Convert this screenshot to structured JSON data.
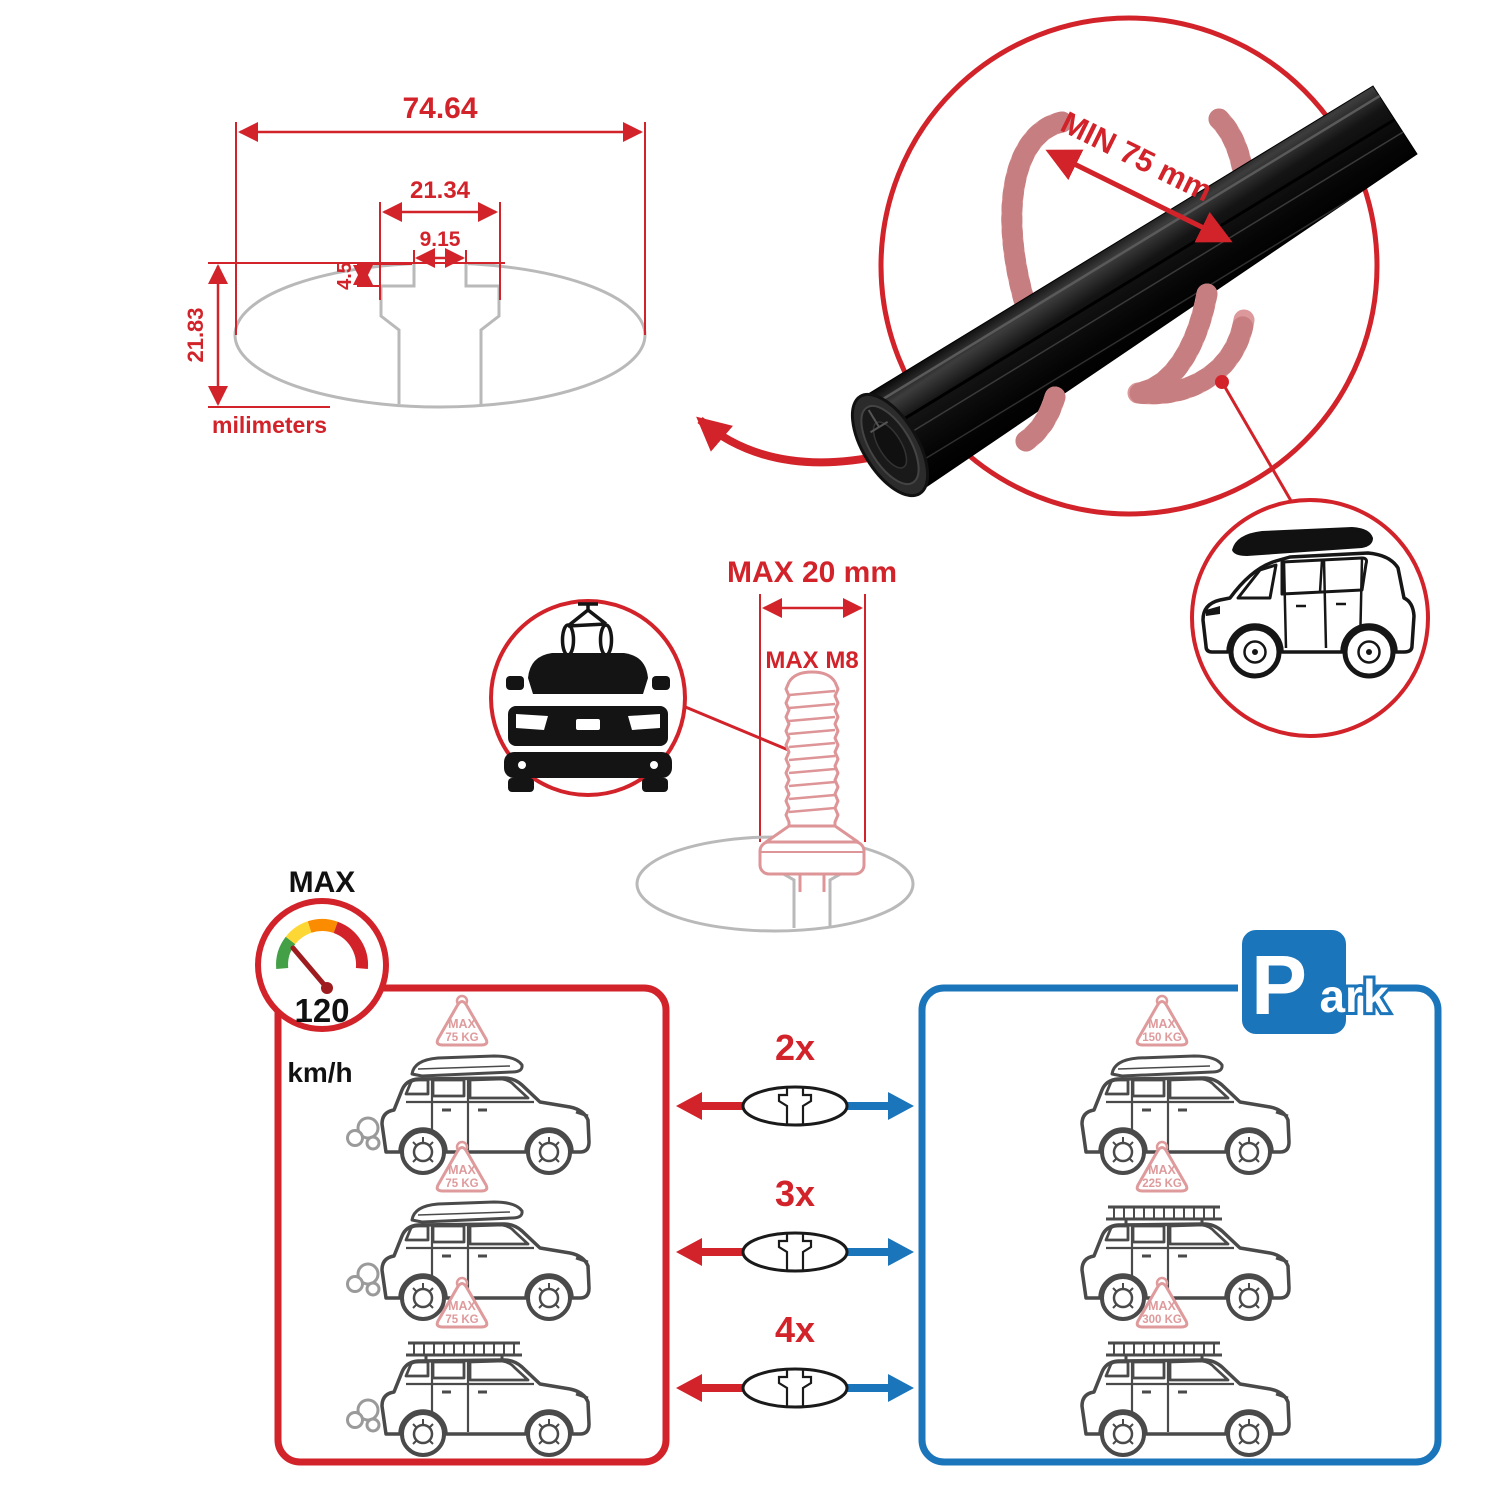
{
  "colors": {
    "accent_red": "#d2232a",
    "accent_blue": "#1b75bb",
    "highlight_pink": "#dc989a",
    "profile_gray": "#b9b9b9",
    "line_dark": "#1a1a1a",
    "car_line": "#4a4a4a"
  },
  "profile_diagram": {
    "total_width": "74.64",
    "channel_width": "21.34",
    "slot_width": "9.15",
    "lip_depth": "4.5",
    "total_height": "21.83",
    "units_label": "milimeters"
  },
  "bar_detail": {
    "min_span_label": "MIN 75 mm"
  },
  "bolt_detail": {
    "max_width_label": "MAX 20 mm",
    "max_thread_label": "MAX M8"
  },
  "speed_limit": {
    "title": "MAX",
    "value": "120",
    "units": "km/h"
  },
  "comparison": {
    "multipliers": [
      "2x",
      "3x",
      "4x"
    ],
    "driving_tags": [
      {
        "l1": "MAX",
        "l2": "75 KG"
      },
      {
        "l1": "MAX",
        "l2": "75 KG"
      },
      {
        "l1": "MAX",
        "l2": "75 KG"
      }
    ],
    "parked_tags": [
      {
        "l1": "MAX",
        "l2": "150 KG"
      },
      {
        "l1": "MAX",
        "l2": "225 KG"
      },
      {
        "l1": "MAX",
        "l2": "300 KG"
      }
    ],
    "park_sign": {
      "letter": "P",
      "rest": "ark"
    }
  }
}
